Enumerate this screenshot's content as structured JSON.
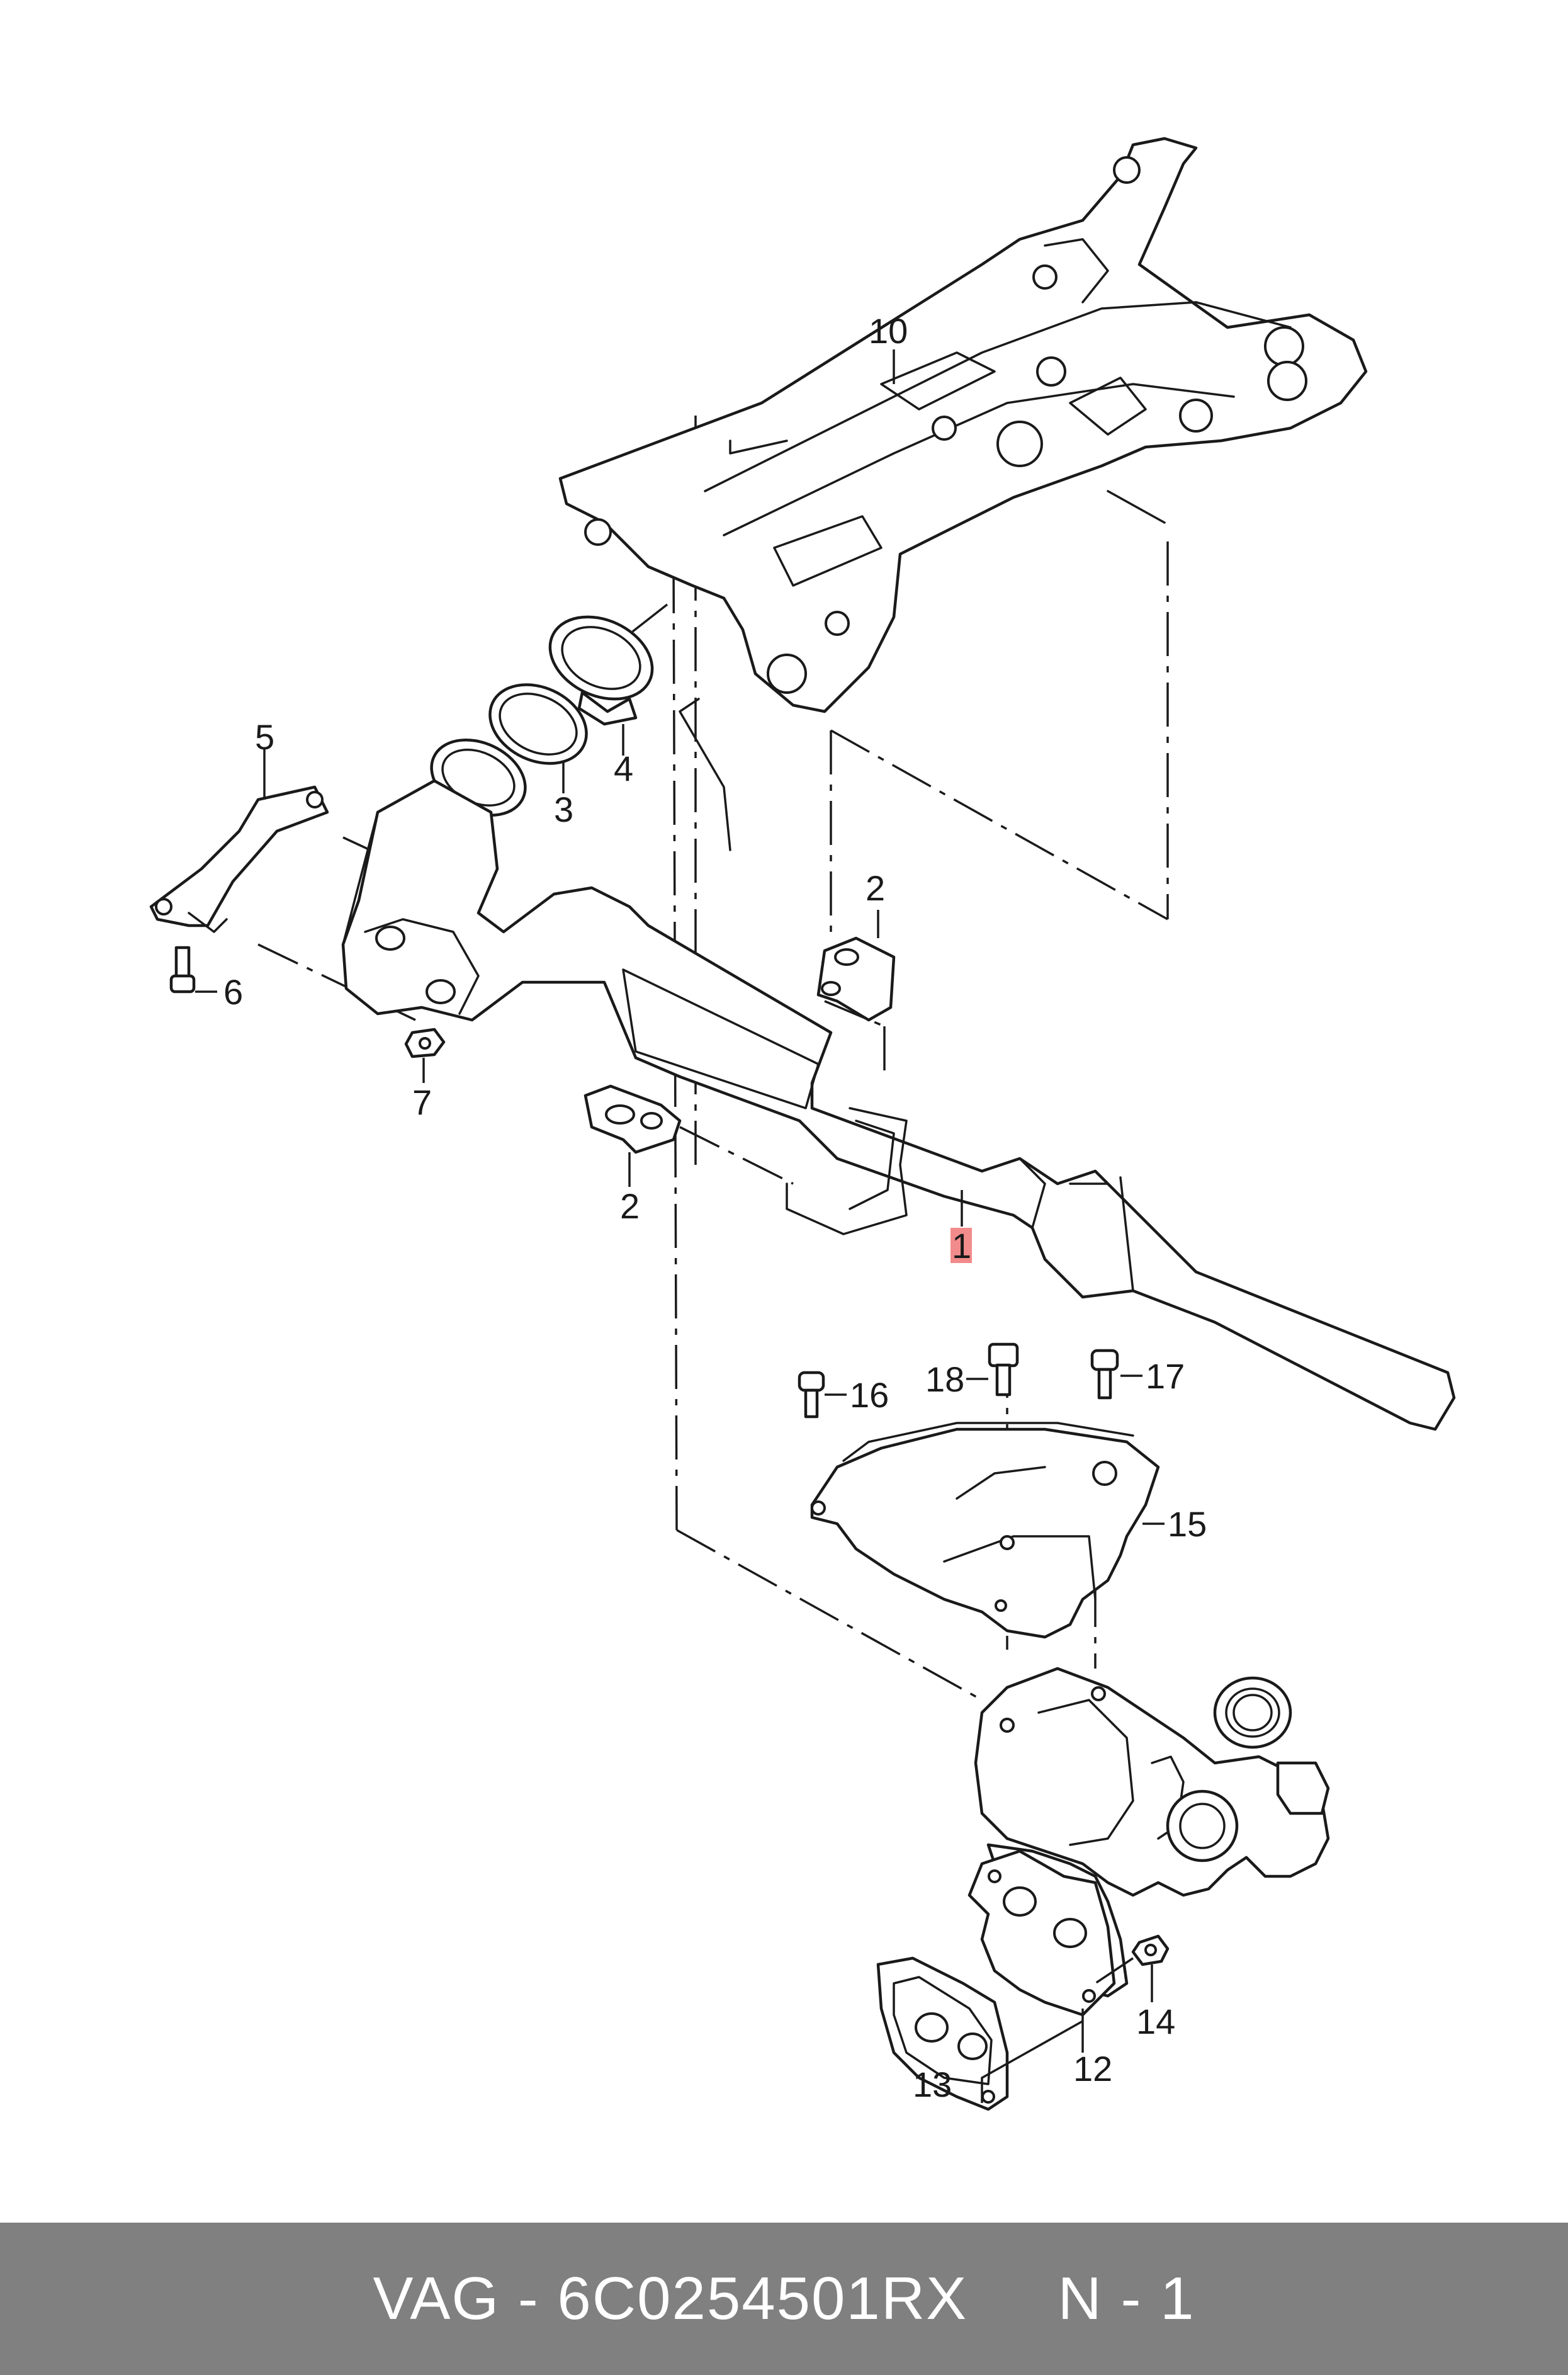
{
  "footer": {
    "brand": "VAG",
    "separator": " - ",
    "part_number": "6C0254501RX",
    "quantity_label": "N - 1"
  },
  "callouts": {
    "c1": "1",
    "c2a": "2",
    "c2b": "2",
    "c3": "3",
    "c4": "4",
    "c5": "5",
    "c6": "6",
    "c7": "7",
    "c10": "10",
    "c12": "12",
    "c13": "13",
    "c14": "14",
    "c15": "15",
    "c16": "16",
    "c17": "17",
    "c18": "18"
  },
  "colors": {
    "footer_background": "#808080",
    "footer_text": "#ffffff",
    "highlight": "#f28b8b",
    "line": "#1a1a1a"
  }
}
